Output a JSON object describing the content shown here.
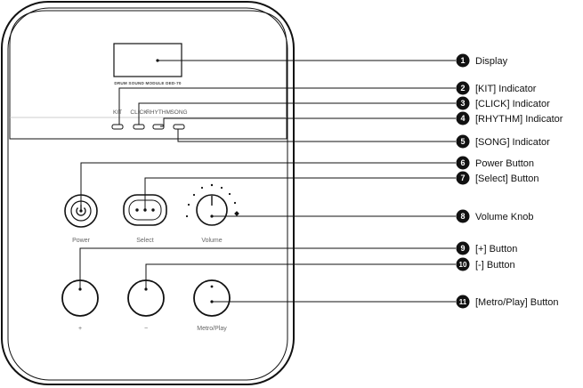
{
  "device": {
    "model_label": "DRUM SOUND MODULE DED-70",
    "indicator_labels": [
      "KIT",
      "CLICK",
      "RHYTHM",
      "SONG"
    ],
    "controls": {
      "power_label": "Power",
      "select_label": "Select",
      "volume_label": "Volume",
      "plus_label": "+",
      "minus_label": "−",
      "metro_label": "Metro/Play"
    }
  },
  "callouts": [
    {
      "num": "1",
      "text": "Display"
    },
    {
      "num": "2",
      "text": "[KIT] Indicator"
    },
    {
      "num": "3",
      "text": "[CLICK] Indicator"
    },
    {
      "num": "4",
      "text": "[RHYTHM] Indicator"
    },
    {
      "num": "5",
      "text": "[SONG] Indicator"
    },
    {
      "num": "6",
      "text": "Power Button"
    },
    {
      "num": "7",
      "text": "[Select] Button"
    },
    {
      "num": "8",
      "text": "Volume Knob"
    },
    {
      "num": "9",
      "text": "[+] Button"
    },
    {
      "num": "10",
      "text": "[-] Button"
    },
    {
      "num": "11",
      "text": "[Metro/Play] Button"
    }
  ],
  "colors": {
    "outline": "#111111",
    "badge": "#111111"
  }
}
